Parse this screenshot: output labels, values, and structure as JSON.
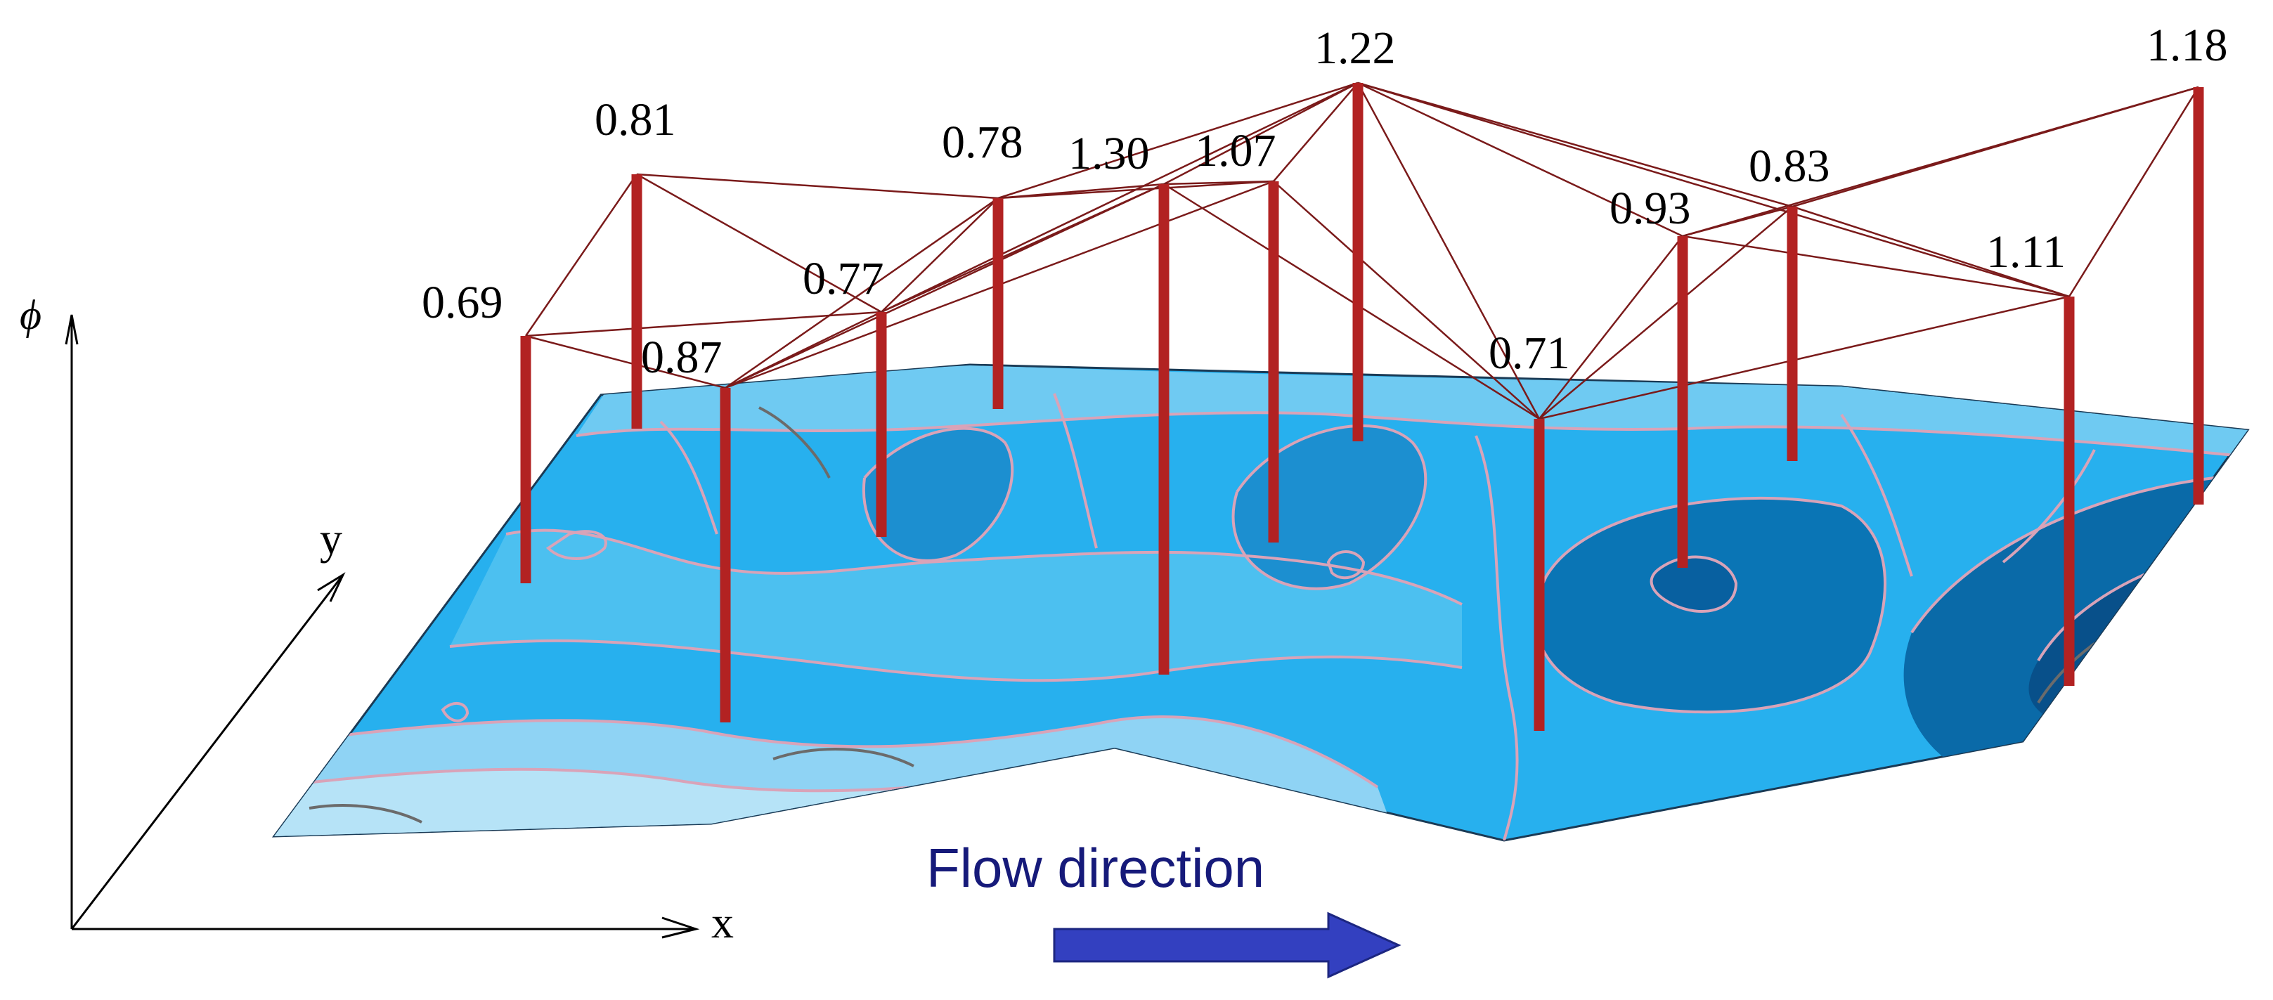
{
  "figure": {
    "axis_labels": {
      "phi": "ϕ",
      "x": "x",
      "y": "y"
    },
    "flow_label": "Flow direction",
    "colors": {
      "pole": "#b22222",
      "wire": "#7a1a1a",
      "contour_line": "#d9a3b8",
      "contour_line_dark": "#6b6b6b",
      "surface_light": "#a9dcf5",
      "surface_mid": "#27b0ee",
      "surface_dark": "#0a75b5",
      "flow_arrow": "#3340c0",
      "flow_text": "#161a7a"
    }
  },
  "poles": [
    {
      "value": "0.69"
    },
    {
      "value": "0.81"
    },
    {
      "value": "0.87"
    },
    {
      "value": "0.77"
    },
    {
      "value": "0.78"
    },
    {
      "value": "1.30"
    },
    {
      "value": "1.07"
    },
    {
      "value": "1.22"
    },
    {
      "value": "0.71"
    },
    {
      "value": "0.93"
    },
    {
      "value": "0.83"
    },
    {
      "value": "1.11"
    },
    {
      "value": "1.18"
    }
  ]
}
